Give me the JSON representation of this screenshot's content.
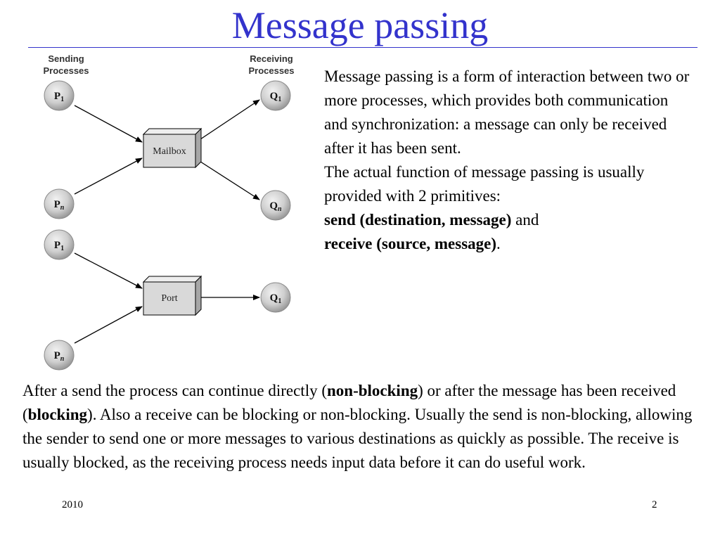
{
  "slide": {
    "title": "Message passing",
    "footer_left": "2010",
    "footer_right": "2"
  },
  "diagram": {
    "sending_label": [
      "Sending",
      "Processes"
    ],
    "receiving_label": [
      "Receiving",
      "Processes"
    ],
    "mailbox_label": "Mailbox",
    "port_label": "Port",
    "nodes": {
      "top_p1": {
        "letter": "P",
        "sub": "1"
      },
      "top_pn": {
        "letter": "P",
        "sub": "n"
      },
      "top_q1": {
        "letter": "Q",
        "sub": "1"
      },
      "top_qn": {
        "letter": "Q",
        "sub": "n"
      },
      "bot_p1": {
        "letter": "P",
        "sub": "1"
      },
      "bot_pn": {
        "letter": "P",
        "sub": "n"
      },
      "bot_q1": {
        "letter": "Q",
        "sub": "1"
      }
    },
    "colors": {
      "node_fill_light": "#f2f2f2",
      "node_fill_dark": "#9a9a9a",
      "box_front": "#d9d9d9"
    }
  },
  "right_text": {
    "para1": "Message passing is a form of interaction between two or more processes, which provides both communication and synchronization: a message can only be received after it has been sent.",
    "para2": "The actual function of message passing is usually provided with 2 primitives:",
    "send_primitive": "send (destination, message)",
    "and_word": " and",
    "receive_primitive": "receive (source, message)",
    "period": "."
  },
  "bottom_text": {
    "t1": "After a send the process can continue directly (",
    "b1": "non-blocking",
    "t2": ") or after the message has been received (",
    "b2": "blocking",
    "t3": "). Also a receive can be blocking or non-blocking. Usually the send is non-blocking, allowing the sender to send one or more messages to various destinations as quickly as possible. The receive is usually blocked, as the receiving process needs input data before it can do useful work."
  }
}
